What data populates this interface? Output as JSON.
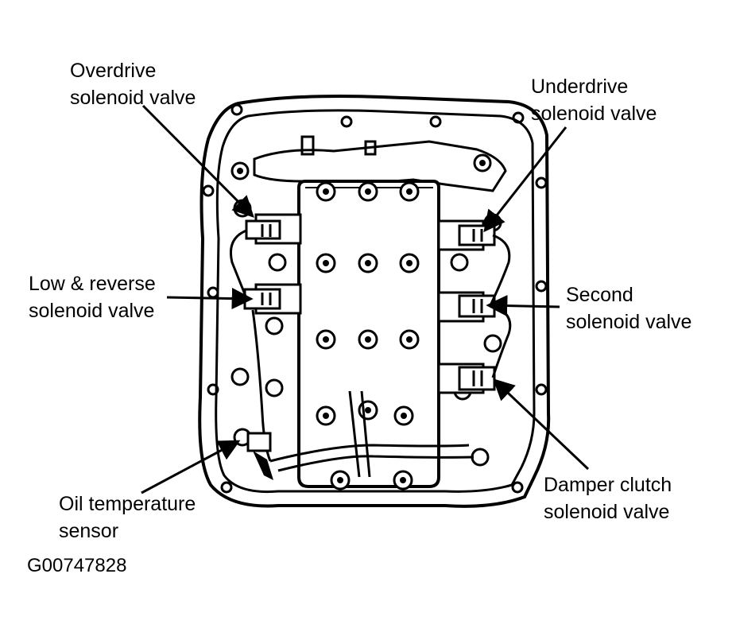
{
  "labels": {
    "overdrive": [
      "Overdrive",
      "solenoid valve"
    ],
    "underdrive": [
      "Underdrive",
      "solenoid valve"
    ],
    "low_reverse": [
      "Low & reverse",
      "solenoid valve"
    ],
    "second": [
      "Second",
      "solenoid valve"
    ],
    "oil_temp": [
      "Oil temperature",
      "sensor"
    ],
    "damper_clutch": [
      "Damper clutch",
      "solenoid valve"
    ]
  },
  "figure_id": "G00747828"
}
